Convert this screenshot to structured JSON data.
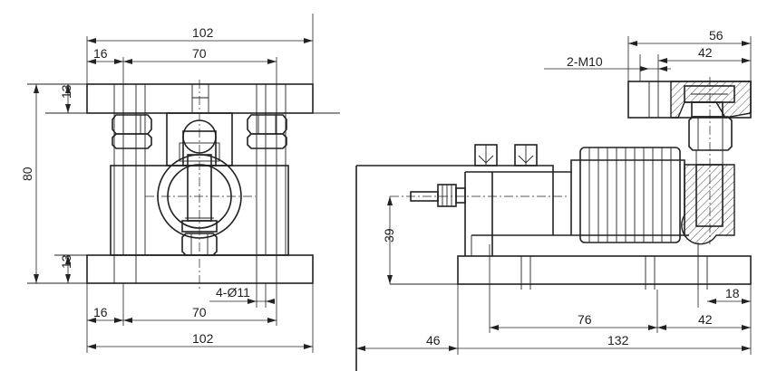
{
  "front_view": {
    "overall_width_top": "102",
    "edge_offset_top": "16",
    "hole_spacing_top": "70",
    "plate_thickness_top": "13",
    "overall_height": "80",
    "plate_thickness_bottom": "13",
    "mounting_holes": "4-Ø11",
    "edge_offset_bottom": "16",
    "hole_spacing_bottom": "70",
    "overall_width_bottom": "102"
  },
  "side_view": {
    "top_plate_width": "56",
    "thread_to_edge": "42",
    "thread_spec": "2-M10",
    "cable_height": "39",
    "right_edge_offset": "18",
    "hole_spacing": "76",
    "hole_to_edge": "42",
    "cable_offset": "46",
    "overall_length": "132"
  }
}
